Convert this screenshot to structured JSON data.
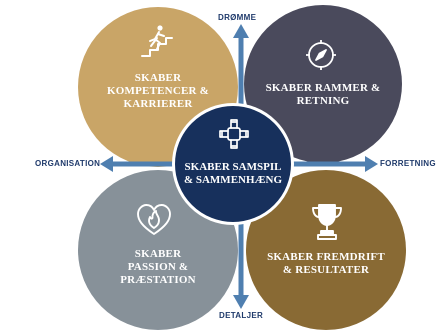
{
  "axes": {
    "top": "DRØMME",
    "bottom": "DETALJER",
    "left": "ORGANISATION",
    "right": "FORRETNING"
  },
  "quadrants": {
    "top_left": {
      "line1": "SKABER",
      "line2": "KOMPETENCER &",
      "line3": "KARRIERER",
      "icon": "climbing-stairs-icon",
      "color": "#c9a567"
    },
    "top_right": {
      "line1": "SKABER RAMMER &",
      "line2": "RETNING",
      "icon": "compass-icon",
      "color": "#4a4a5c"
    },
    "bottom_left": {
      "line1": "SKABER",
      "line2": "PASSION &",
      "line3": "PRÆSTATION",
      "icon": "heart-flame-icon",
      "color": "#879199"
    },
    "bottom_right": {
      "line1": "SKABER FREMDRIFT",
      "line2": "& RESULTATER",
      "icon": "trophy-icon",
      "color": "#896a34"
    }
  },
  "center": {
    "line1": "SKABER SAMSPIL",
    "line2": "& SAMMENHÆNG",
    "icon": "joined-hands-icon",
    "color": "#17305c"
  },
  "arrow_color": "#4f7fb0"
}
